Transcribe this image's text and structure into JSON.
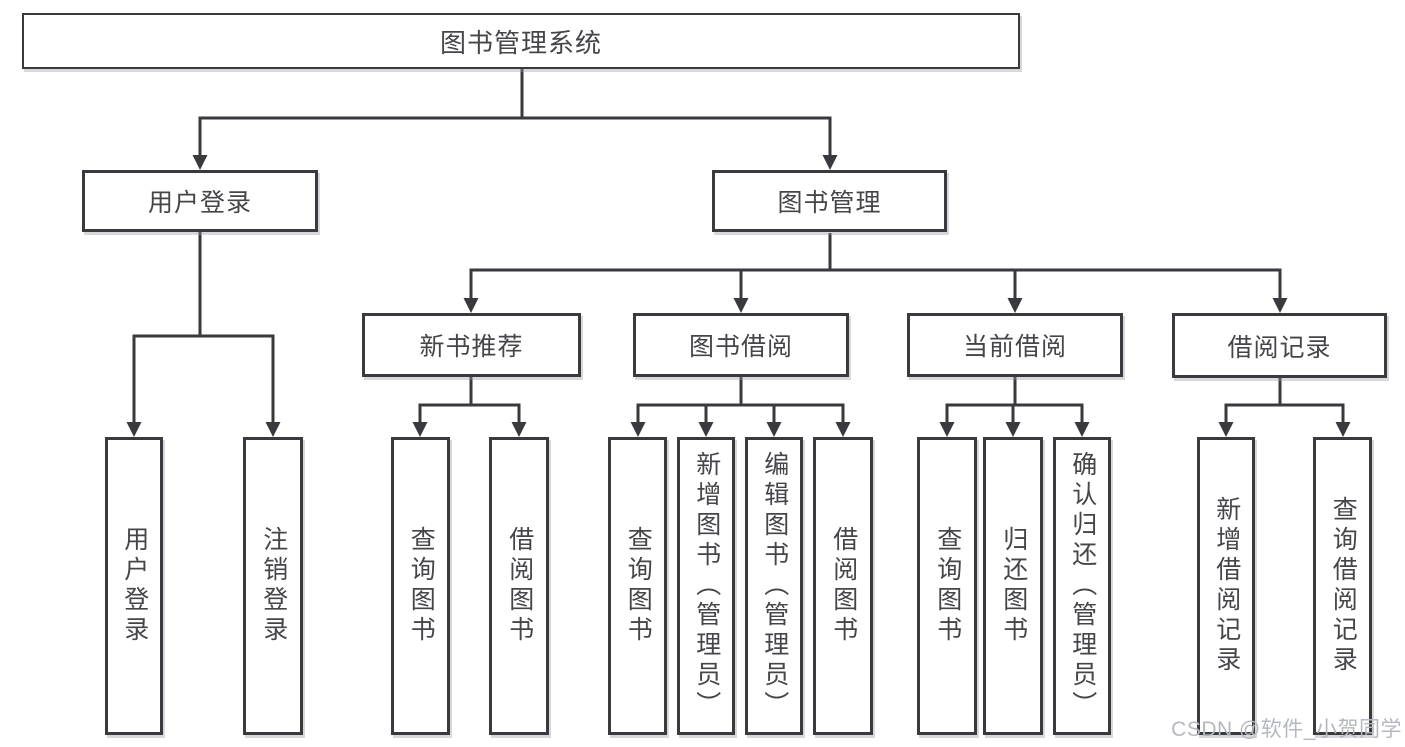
{
  "colors": {
    "line": "#3a3a3e",
    "box_border": "#3a3a3e",
    "text": "#45454a",
    "background": "#ffffff",
    "watermark": "#b5b8c0"
  },
  "tree": {
    "label": "图书管理系统",
    "children": [
      {
        "label": "用户登录",
        "children": [
          {
            "label": "用户登录"
          },
          {
            "label": "注销登录"
          }
        ]
      },
      {
        "label": "图书管理",
        "children": [
          {
            "label": "新书推荐",
            "children": [
              {
                "label": "查询图书"
              },
              {
                "label": "借阅图书"
              }
            ]
          },
          {
            "label": "图书借阅",
            "children": [
              {
                "label": "查询图书"
              },
              {
                "label": "新增图书（管理员）"
              },
              {
                "label": "编辑图书（管理员）"
              },
              {
                "label": "借阅图书"
              }
            ]
          },
          {
            "label": "当前借阅",
            "children": [
              {
                "label": "查询图书"
              },
              {
                "label": "归还图书"
              },
              {
                "label": "确认归还（管理员）"
              }
            ]
          },
          {
            "label": "借阅记录",
            "children": [
              {
                "label": "新增借阅记录"
              },
              {
                "label": "查询借阅记录"
              }
            ]
          }
        ]
      }
    ]
  },
  "watermark": {
    "text": "CSDN @软件_小贺同学"
  }
}
